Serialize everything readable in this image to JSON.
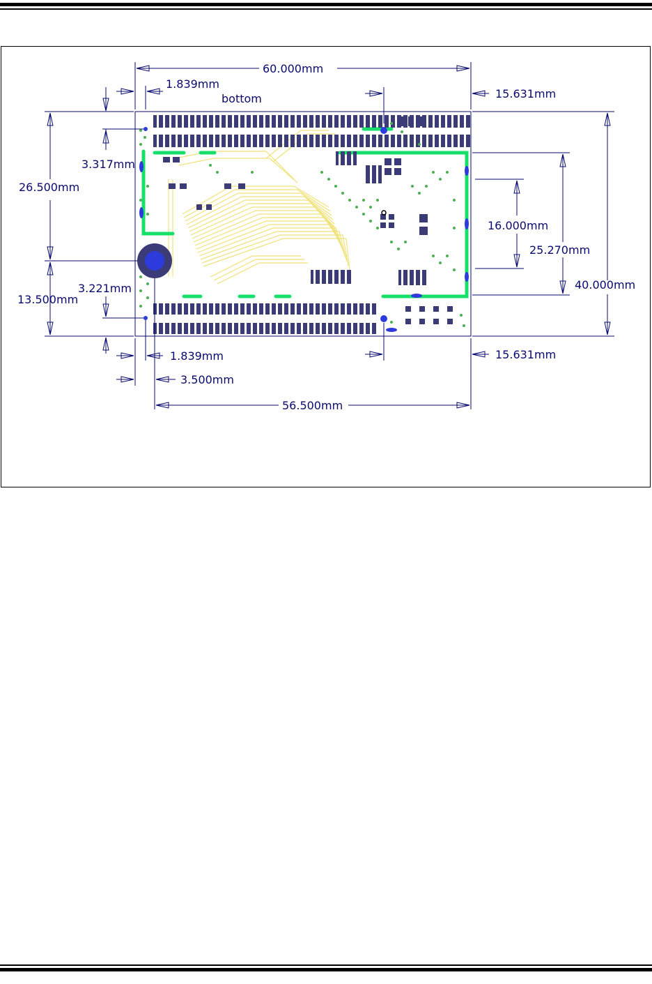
{
  "drawing": {
    "layer_label": "bottom",
    "dimensions": {
      "top_width": "60.000mm",
      "top_left_offset": "1.839mm",
      "top_right_offset": "15.631mm",
      "left_total_height": "26.500mm",
      "left_upper_offset": "3.317mm",
      "left_lower_height": "13.500mm",
      "left_lower_offset": "3.221mm",
      "right_inner_height": "16.000mm",
      "right_middle_height": "25.270mm",
      "right_total_height": "40.000mm",
      "bottom_left_offset": "1.839mm",
      "bottom_right_offset": "15.631mm",
      "bottom_hole_offset": "3.500mm",
      "bottom_width": "56.500mm"
    },
    "colors": {
      "dimension_lines": "#0a0a6e",
      "board_background": "#ffffff",
      "pads": "#3b3b78",
      "copper_traces": "#f0e27a",
      "ground_pour": "#17e06a",
      "vias": "#4caf50",
      "mounting_hole": "#2d3bdc"
    }
  }
}
